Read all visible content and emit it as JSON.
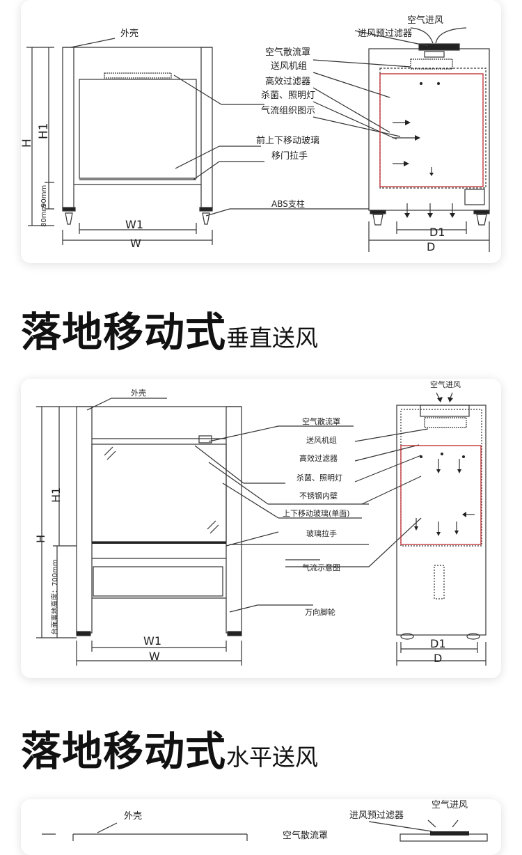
{
  "diagram1": {
    "labels": {
      "shell": "外壳",
      "h": "H",
      "h1": "H1",
      "h_90": "90mm",
      "h_80": "80mm",
      "w1": "W1",
      "w": "W",
      "air_in": "空气进风",
      "pre_filter": "进风预过滤器",
      "diffuser": "空气散流罩",
      "fan_unit": "送风机组",
      "hepa": "高效过滤器",
      "lamp": "杀菌、照明灯",
      "airflow": "气流组织图示",
      "glass": "前上下移动玻璃",
      "handle": "移门拉手",
      "pillar": "ABS支柱",
      "d1": "D1",
      "d": "D"
    }
  },
  "heading1": {
    "main": "落地移动式",
    "sub": "垂直送风"
  },
  "diagram2": {
    "labels": {
      "shell": "外壳",
      "air_in": "空气进风",
      "diffuser": "空气散流罩",
      "fan_unit": "送风机组",
      "hepa": "高效过滤器",
      "lamp": "杀菌、照明灯",
      "inner_wall": "不锈钢内壁",
      "glass": "上下移动玻璃(单面)",
      "handle": "玻璃拉手",
      "airflow": "气流示意图",
      "caster": "万向脚轮",
      "h": "H",
      "h1": "H1",
      "table_height": "台面离地高度：700mm",
      "w1": "W1",
      "w": "W",
      "d1": "D1",
      "d": "D"
    }
  },
  "heading2": {
    "main": "落地移动式",
    "sub": "水平送风"
  },
  "diagram3": {
    "labels": {
      "shell": "外壳",
      "air_in": "空气进风",
      "pre_filter": "进风预过滤器",
      "diffuser": "空气散流罩"
    }
  },
  "colors": {
    "line": "#333333",
    "red": "#c0282e",
    "card_shadow": "#cccccc"
  }
}
